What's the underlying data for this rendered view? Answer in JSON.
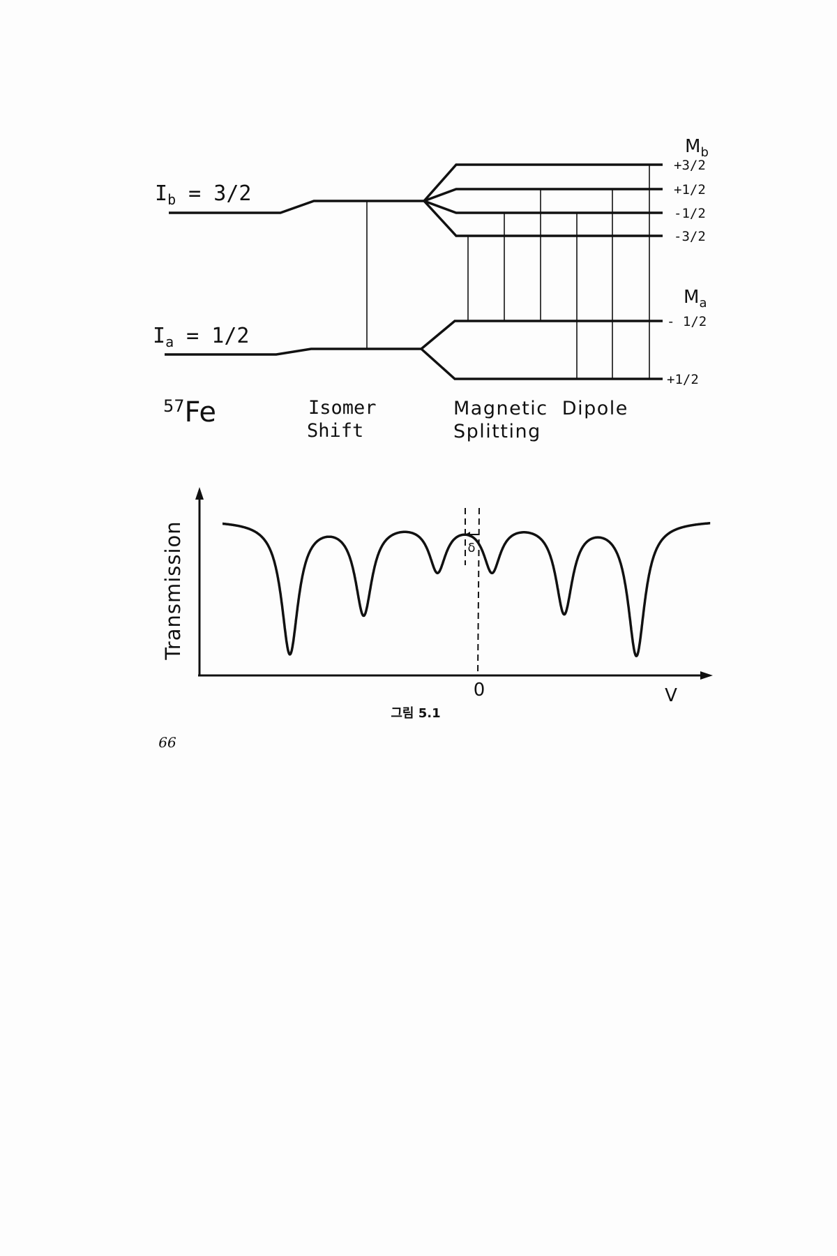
{
  "diagram": {
    "ground_state_label": "I",
    "ground_state_sub": "a",
    "ground_state_value": " = 1/2",
    "excited_state_label": "I",
    "excited_state_sub": "b",
    "excited_state_value": " = 3/2",
    "isotope_mass": "57",
    "isotope_symbol": "Fe",
    "isomer_shift_line1": "Isomer",
    "isomer_shift_line2": "Shift",
    "magnetic_line1": "Magnetic  Dipole",
    "magnetic_line2": "Splitting",
    "mb_label": "M",
    "mb_sub": "b",
    "ma_label": "M",
    "ma_sub": "a",
    "mb_levels": [
      "+3/2",
      "+1/2",
      "-1/2",
      "-3/2"
    ],
    "ma_levels": [
      "- 1/2",
      "+1/2"
    ]
  },
  "chart_data": {
    "type": "line",
    "title": "",
    "xlabel": "V",
    "ylabel": "Transmission",
    "x_tick_labels": [
      "0"
    ],
    "annotation": "δ",
    "xlim": [
      -8.0,
      7.2
    ],
    "ylim": [
      0,
      1
    ],
    "isomer_shift": -0.4,
    "dips": [
      {
        "v": -5.9,
        "min_transmission": 0.15
      },
      {
        "v": -3.6,
        "min_transmission": 0.41
      },
      {
        "v": -1.3,
        "min_transmission": 0.69
      },
      {
        "v": 0.4,
        "min_transmission": 0.69
      },
      {
        "v": 2.65,
        "min_transmission": 0.42
      },
      {
        "v": 4.9,
        "min_transmission": 0.14
      }
    ]
  },
  "caption": "그림 5.1",
  "page_number": "66"
}
